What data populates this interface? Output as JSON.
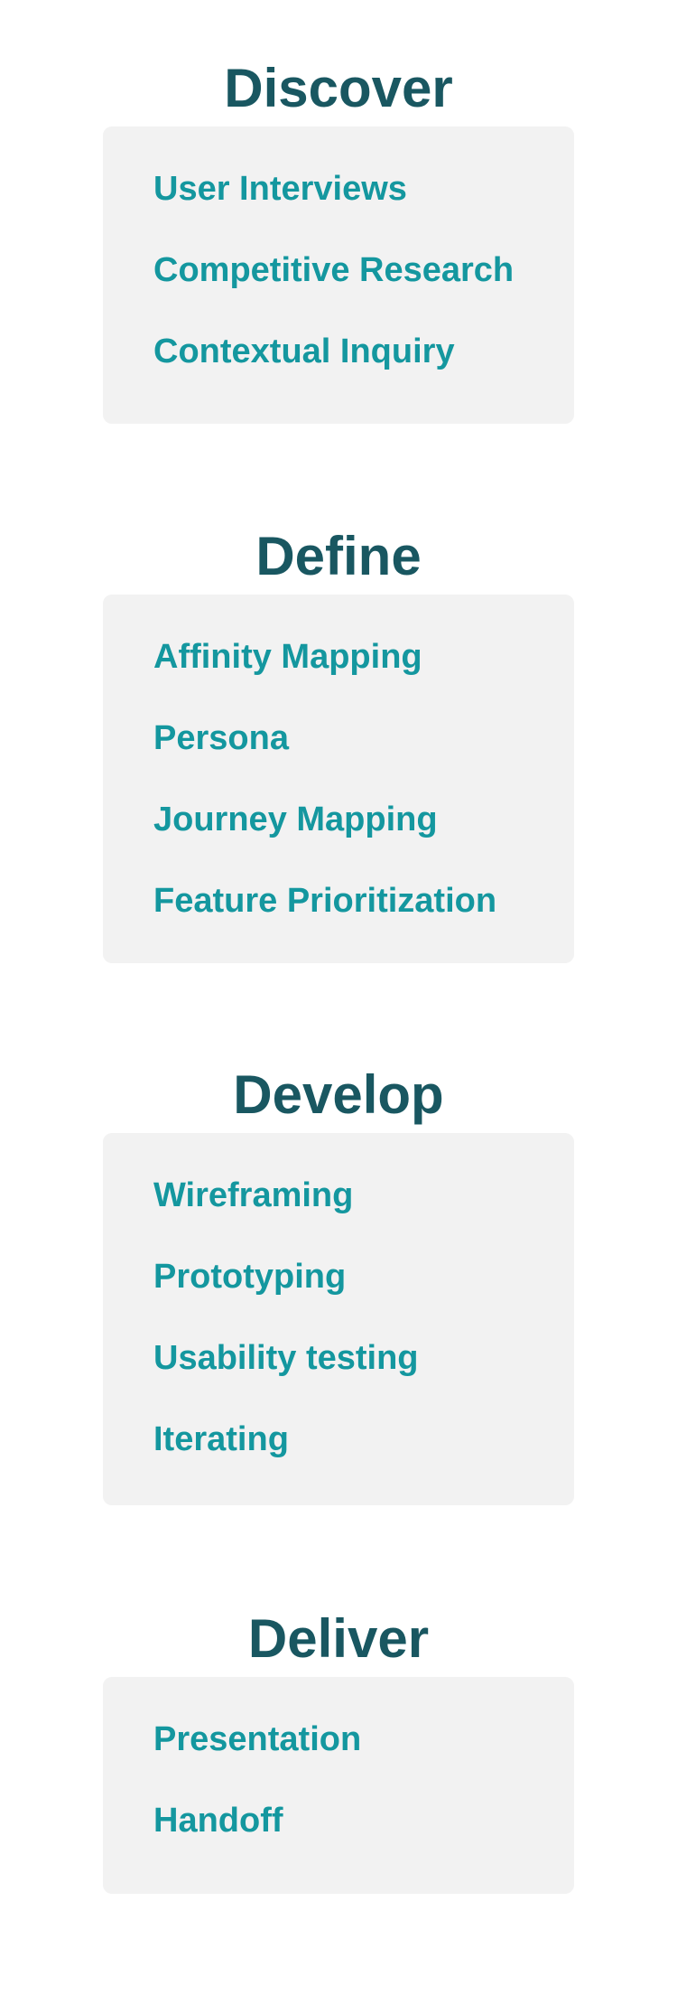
{
  "sections": [
    {
      "title": "Discover",
      "items": [
        "User Interviews",
        "Competitive Research",
        "Contextual Inquiry"
      ]
    },
    {
      "title": "Define",
      "items": [
        "Affinity Mapping",
        "Persona",
        "Journey Mapping",
        "Feature Prioritization"
      ]
    },
    {
      "title": "Develop",
      "items": [
        "Wireframing",
        "Prototyping",
        "Usability testing",
        "Iterating"
      ]
    },
    {
      "title": "Deliver",
      "items": [
        "Presentation",
        "Handoff"
      ]
    }
  ],
  "colors": {
    "heading": "#195761",
    "item": "#14979f",
    "card_background": "#f2f2f2",
    "page_background": "#ffffff"
  }
}
